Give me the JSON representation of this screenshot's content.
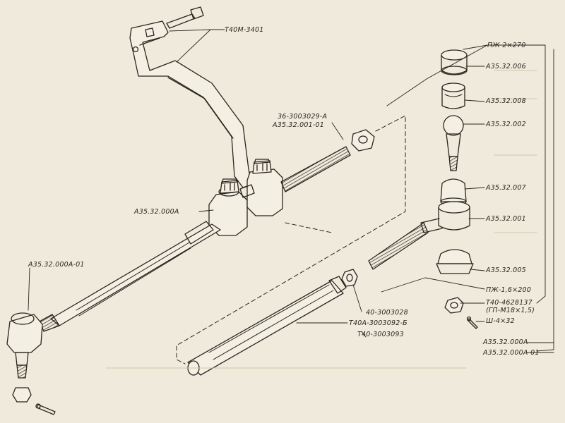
{
  "diagram": {
    "labels": {
      "t40m_3401": "Т40М-3401",
      "nut_36": "36-3003029-А",
      "a35_001_01": "А35.32.001-01",
      "a35_000a_left": "А35.32.000А",
      "a35_000a_01_left": "А35.32.000А-01",
      "pzh_2x270": "ПЖ-2×270",
      "a35_006": "А35.32.006",
      "a35_008": "А35.32.008",
      "a35_002": "А35.32.002",
      "a35_007": "А35.32.007",
      "a35_001": "А35.32.001",
      "a35_005": "А35.32.005",
      "pzh_16x200": "ПЖ-1,6×200",
      "t40_4628137": "Т40-4628137",
      "gp_m18": "(ГП-М18×1,5)",
      "sh_4x32": "Ш-4×32",
      "n40_3003028": "40-3003028",
      "t40a_3003092": "Т40А-3003092-Б",
      "t40_3003093": "Т40-3003093",
      "a35_000a_right": "А35.32.000А",
      "a35_000a_01_right": "А35.32.000А-01"
    }
  }
}
